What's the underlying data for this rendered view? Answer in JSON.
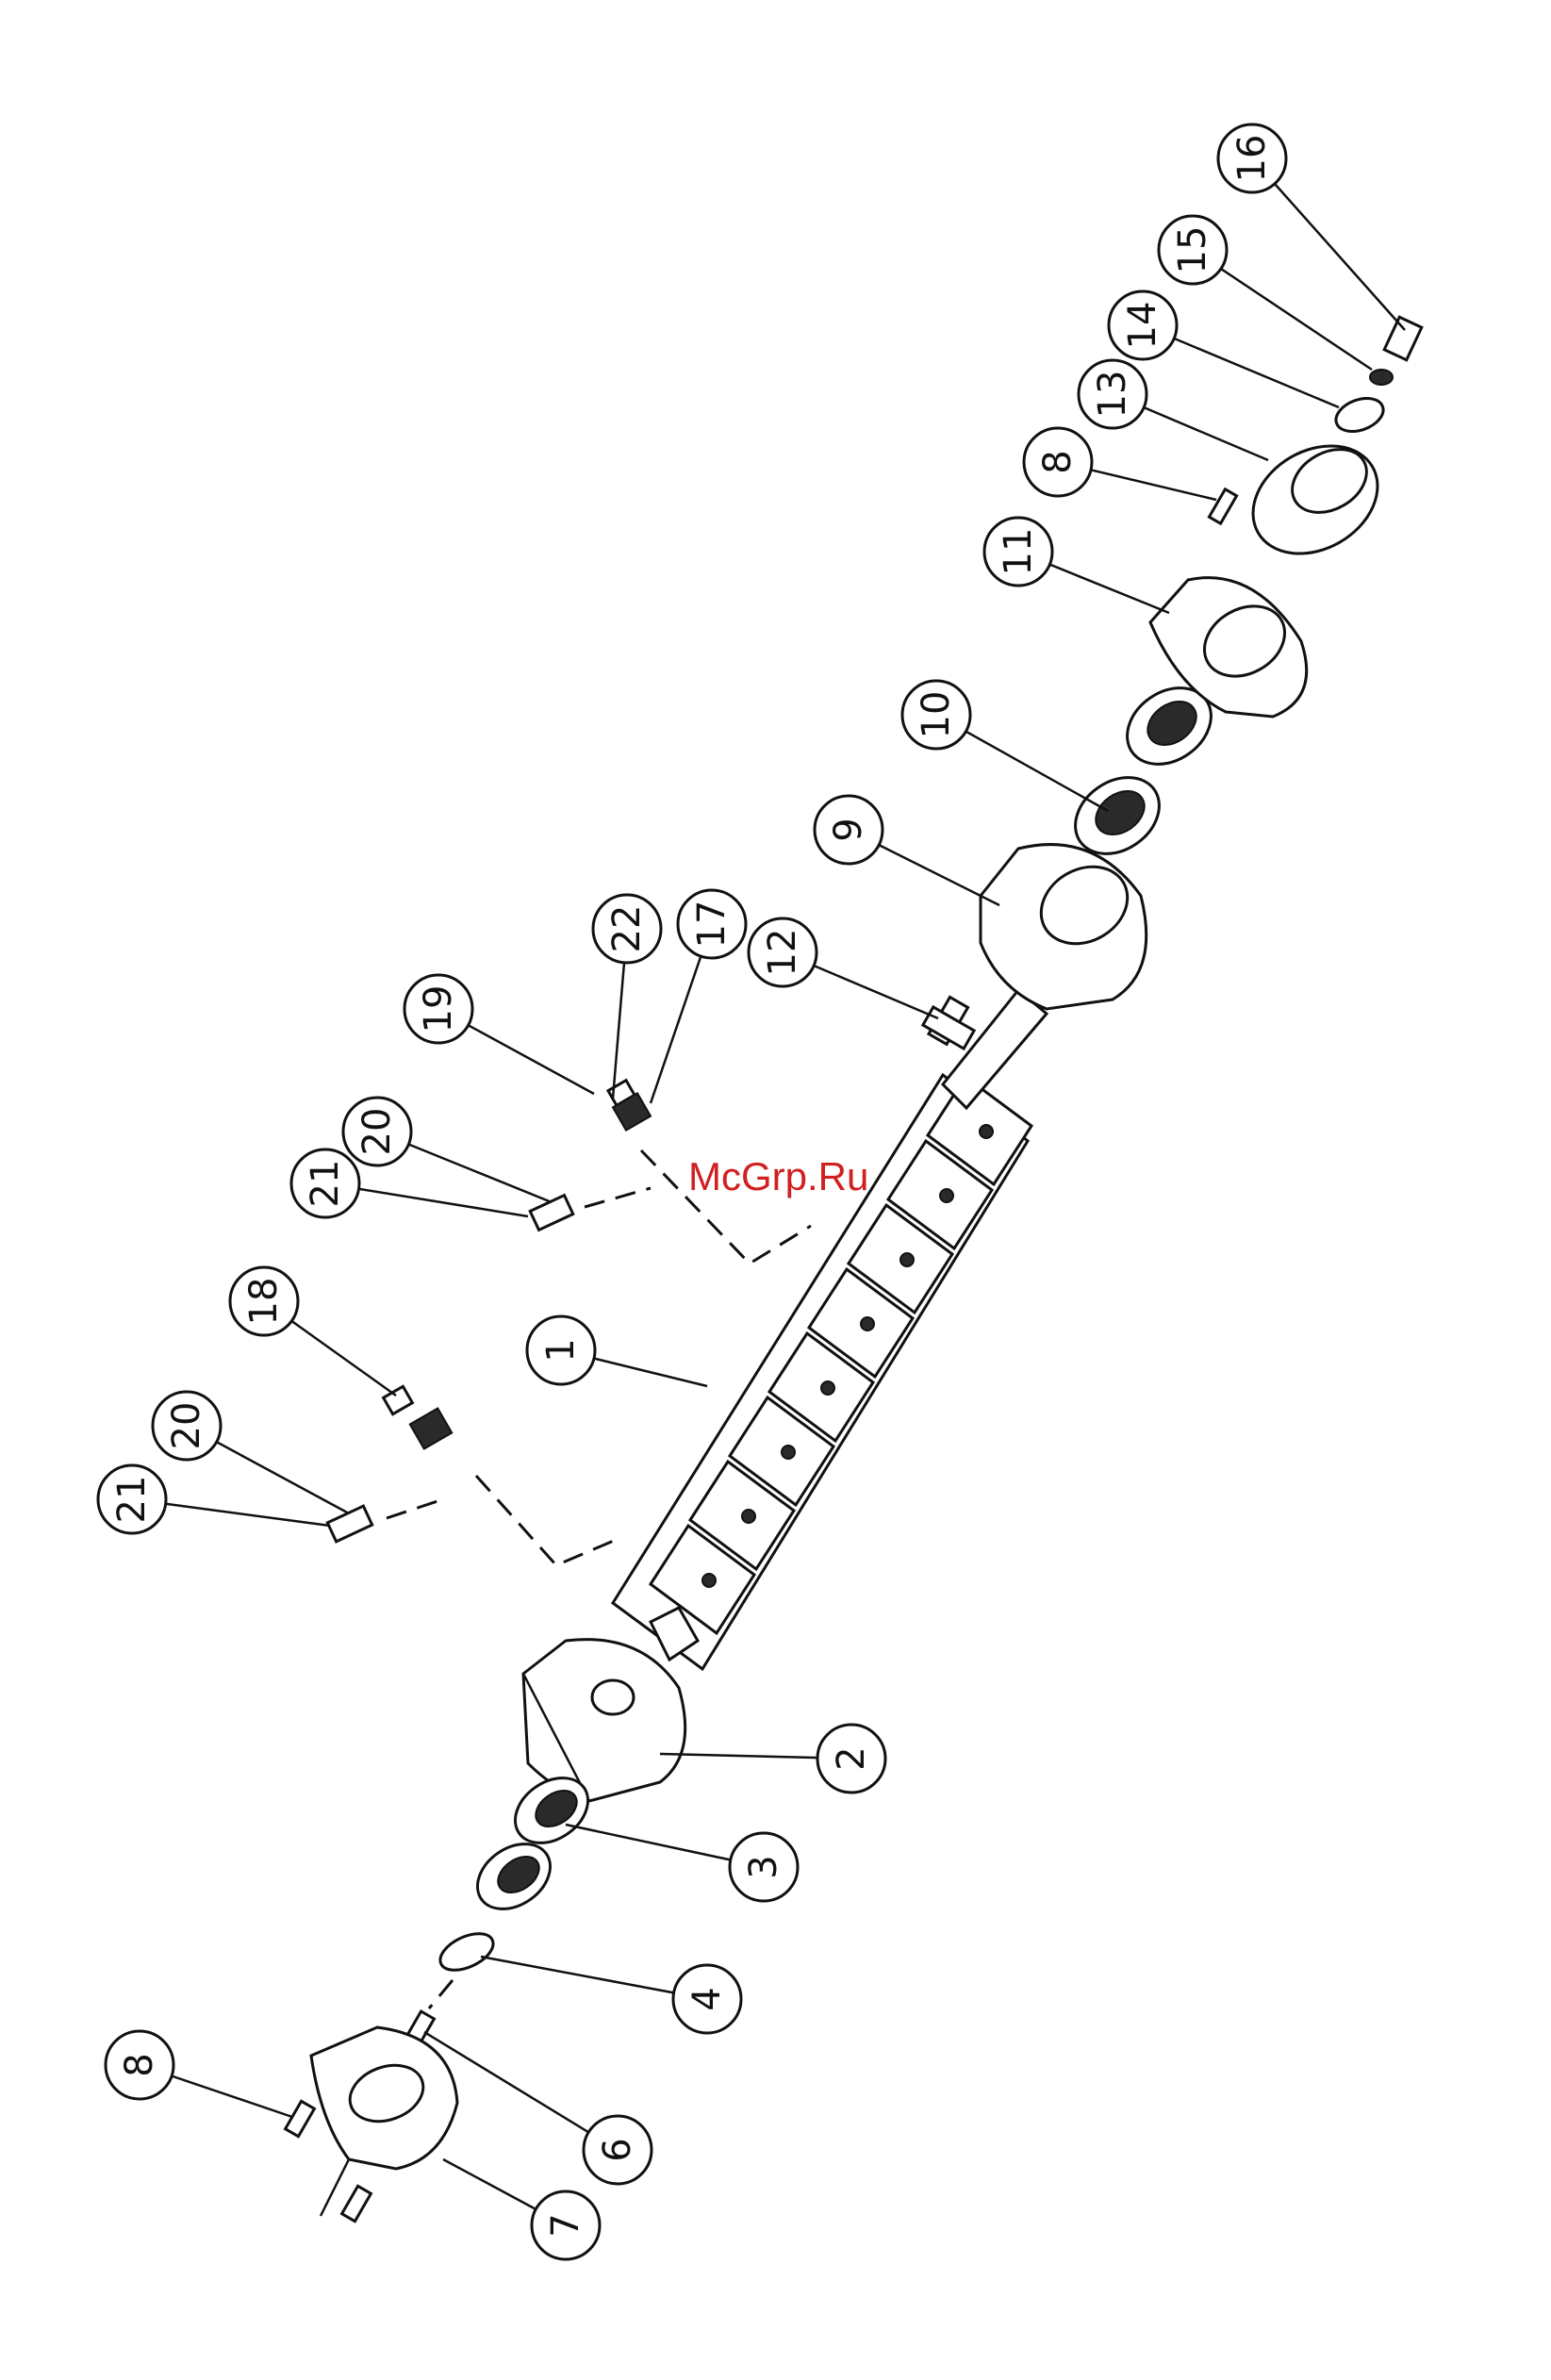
{
  "watermark": "McGrp.Ru",
  "callouts": [
    {
      "id": "16",
      "label": "16"
    },
    {
      "id": "15",
      "label": "15"
    },
    {
      "id": "14",
      "label": "14"
    },
    {
      "id": "13",
      "label": "13"
    },
    {
      "id": "8a",
      "label": "8"
    },
    {
      "id": "11",
      "label": "11"
    },
    {
      "id": "10",
      "label": "10"
    },
    {
      "id": "9",
      "label": "9"
    },
    {
      "id": "22",
      "label": "22"
    },
    {
      "id": "17",
      "label": "17"
    },
    {
      "id": "12",
      "label": "12"
    },
    {
      "id": "19",
      "label": "19"
    },
    {
      "id": "20a",
      "label": "20"
    },
    {
      "id": "21a",
      "label": "21"
    },
    {
      "id": "18",
      "label": "18"
    },
    {
      "id": "20b",
      "label": "20"
    },
    {
      "id": "21b",
      "label": "21"
    },
    {
      "id": "1",
      "label": "1"
    },
    {
      "id": "2",
      "label": "2"
    },
    {
      "id": "3",
      "label": "3"
    },
    {
      "id": "4",
      "label": "4"
    },
    {
      "id": "8b",
      "label": "8"
    },
    {
      "id": "6",
      "label": "6"
    },
    {
      "id": "7",
      "label": "7"
    }
  ]
}
